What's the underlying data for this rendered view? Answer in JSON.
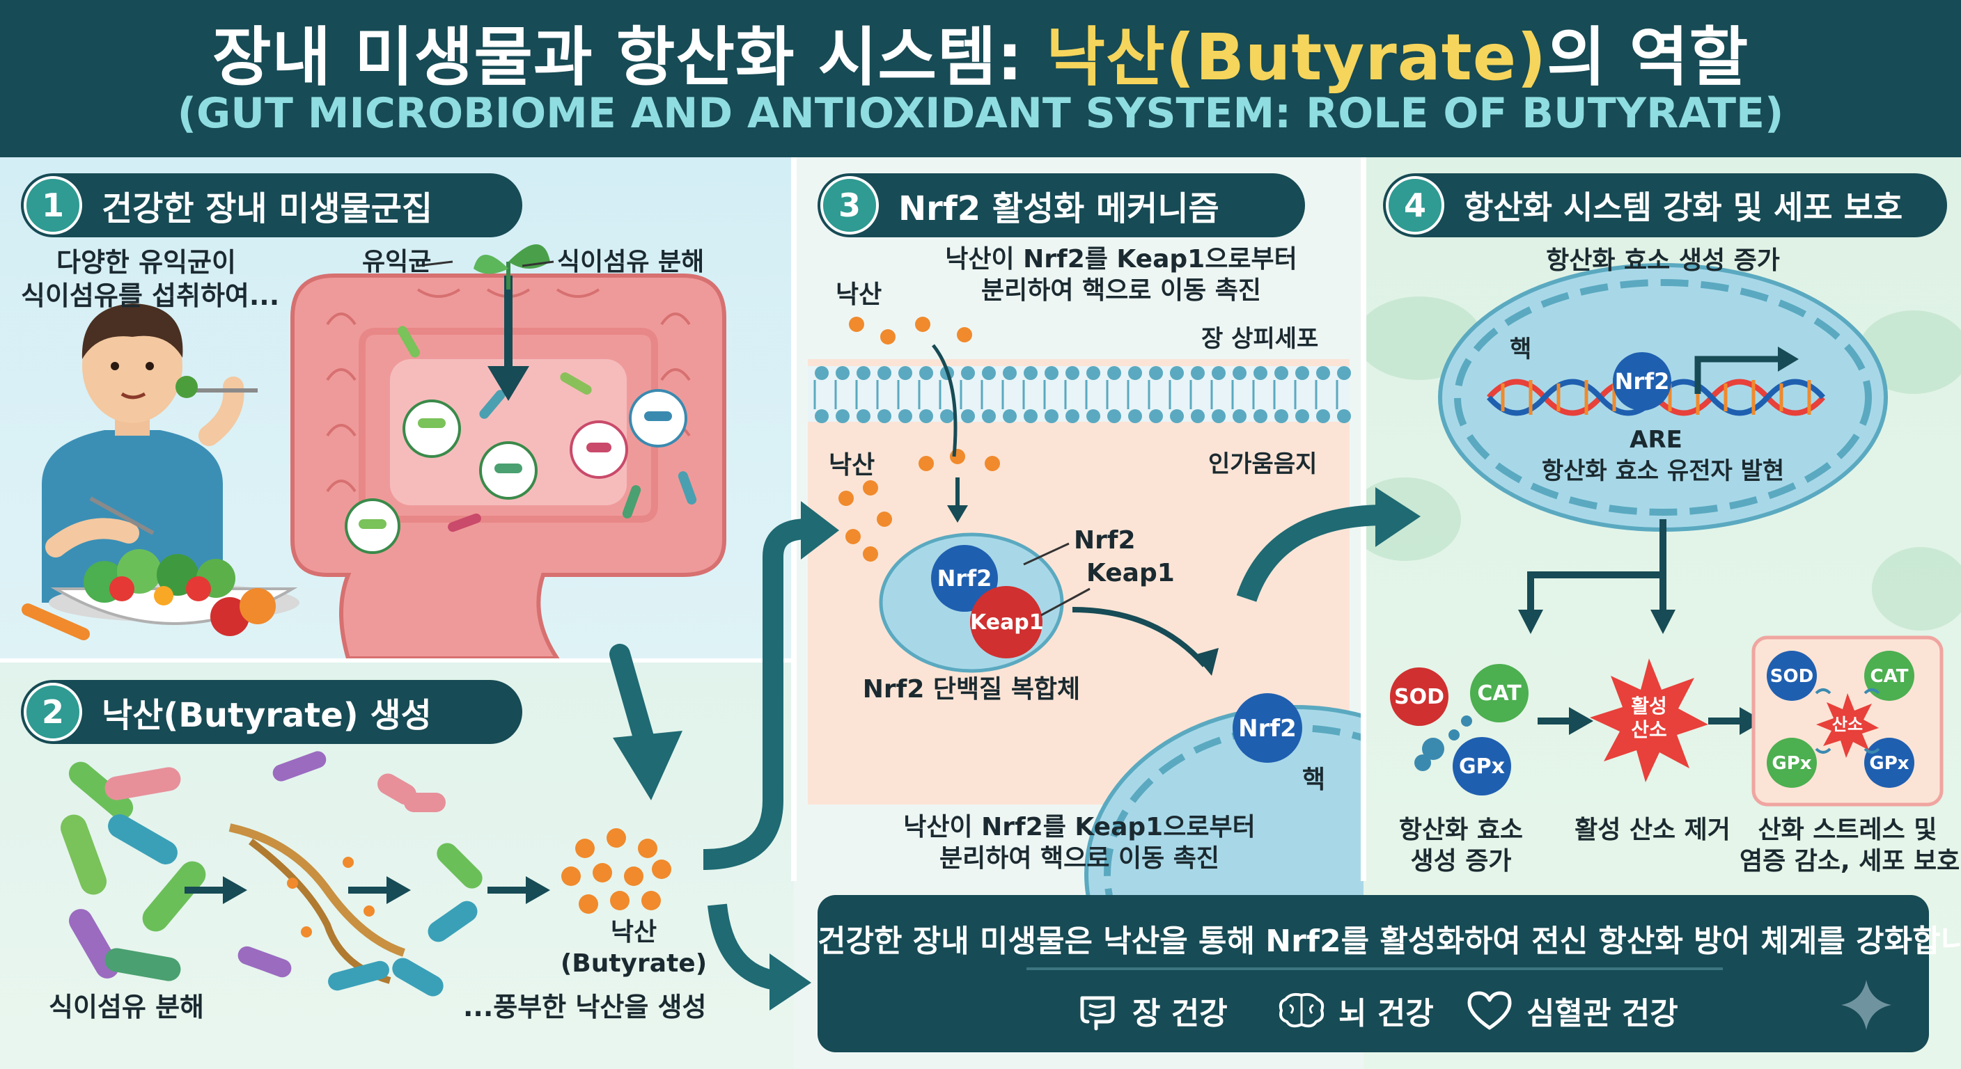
{
  "header": {
    "title_part1": "장내 미생물과 항산화 시스템: ",
    "title_highlight": "낙산(Butyrate)",
    "title_part2": "의 역할",
    "subtitle": "(GUT MICROBIOME AND ANTIOXIDANT SYSTEM: ROLE OF BUTYRATE)"
  },
  "section1": {
    "number": "1",
    "heading": "건강한 장내 미생물군집",
    "caption_line1": "다양한 유익균이",
    "caption_line2": "식이섬유를 섭취하여...",
    "label_bacteria": "유익균",
    "label_fiber": "식이섬유 분해"
  },
  "section2": {
    "number": "2",
    "heading": "낙산(Butyrate) 생성",
    "label_fiber_breakdown": "식이섬유 분해",
    "label_product_line1": "낙산",
    "label_product_line2": "(Butyrate)",
    "label_abundant": "...풍부한 낙산을 생성"
  },
  "section3": {
    "number": "3",
    "heading": "Nrf2 활성화 메커니즘",
    "top_caption_line1": "낙산이 Nrf2를 Keap1으로부터",
    "top_caption_line2": "분리하여 핵으로 이동 촉진",
    "label_butyrate_top": "낙산",
    "label_epithelium": "장 상피세포",
    "label_butyrate_mid": "낙산",
    "label_lamina": "인가움음지",
    "label_nrf2": "Nrf2",
    "label_keap1": "Keap1",
    "complex_nrf2": "Nrf2",
    "complex_keap1": "Keap1",
    "complex_caption": "Nrf2 단백질 복합체",
    "nucleus_nrf2": "Nrf2",
    "nucleus_label": "핵",
    "bottom_caption_line1": "낙산이 Nrf2를 Keap1으로부터",
    "bottom_caption_line2": "분리하여 핵으로 이동 촉진"
  },
  "section4": {
    "number": "4",
    "heading": "항산화 시스템 강화 및 세포 보호",
    "top_caption": "항산화 효소 생성 증가",
    "nucleus_label": "핵",
    "nrf2": "Nrf2",
    "are": "ARE",
    "gene_caption": "항산화 효소 유전자 발현",
    "enzymes": {
      "sod": "SOD",
      "cat": "CAT",
      "gpx": "GPx"
    },
    "ros_line1": "활성",
    "ros_line2": "산소",
    "ros_center": "산소",
    "caption_a_line1": "항산화 효소",
    "caption_a_line2": "생성 증가",
    "caption_b": "활성 산소 제거",
    "caption_c_line1": "산화 스트레스 및",
    "caption_c_line2": "염증 감소, 세포 보호"
  },
  "summary": {
    "text": "건강한 장내 미생물은 낙산을 통해 Nrf2를 활성화하여 전신 항산화 방어 체계를 강화합니다.",
    "benefits": [
      {
        "icon": "intestine-icon",
        "label": "장 건강"
      },
      {
        "icon": "brain-icon",
        "label": "뇌 건강"
      },
      {
        "icon": "heart-icon",
        "label": "심혈관 건강"
      }
    ]
  },
  "colors": {
    "navy": "#174b55",
    "teal": "#2f9b92",
    "title_highlight": "#f6d55c",
    "subtitle": "#8fdde0",
    "intestine": "#ef9a9a",
    "butyrate": "#f08a2c",
    "nrf2": "#1f5fb0",
    "keap1": "#d03030",
    "ros": "#e8403a"
  }
}
